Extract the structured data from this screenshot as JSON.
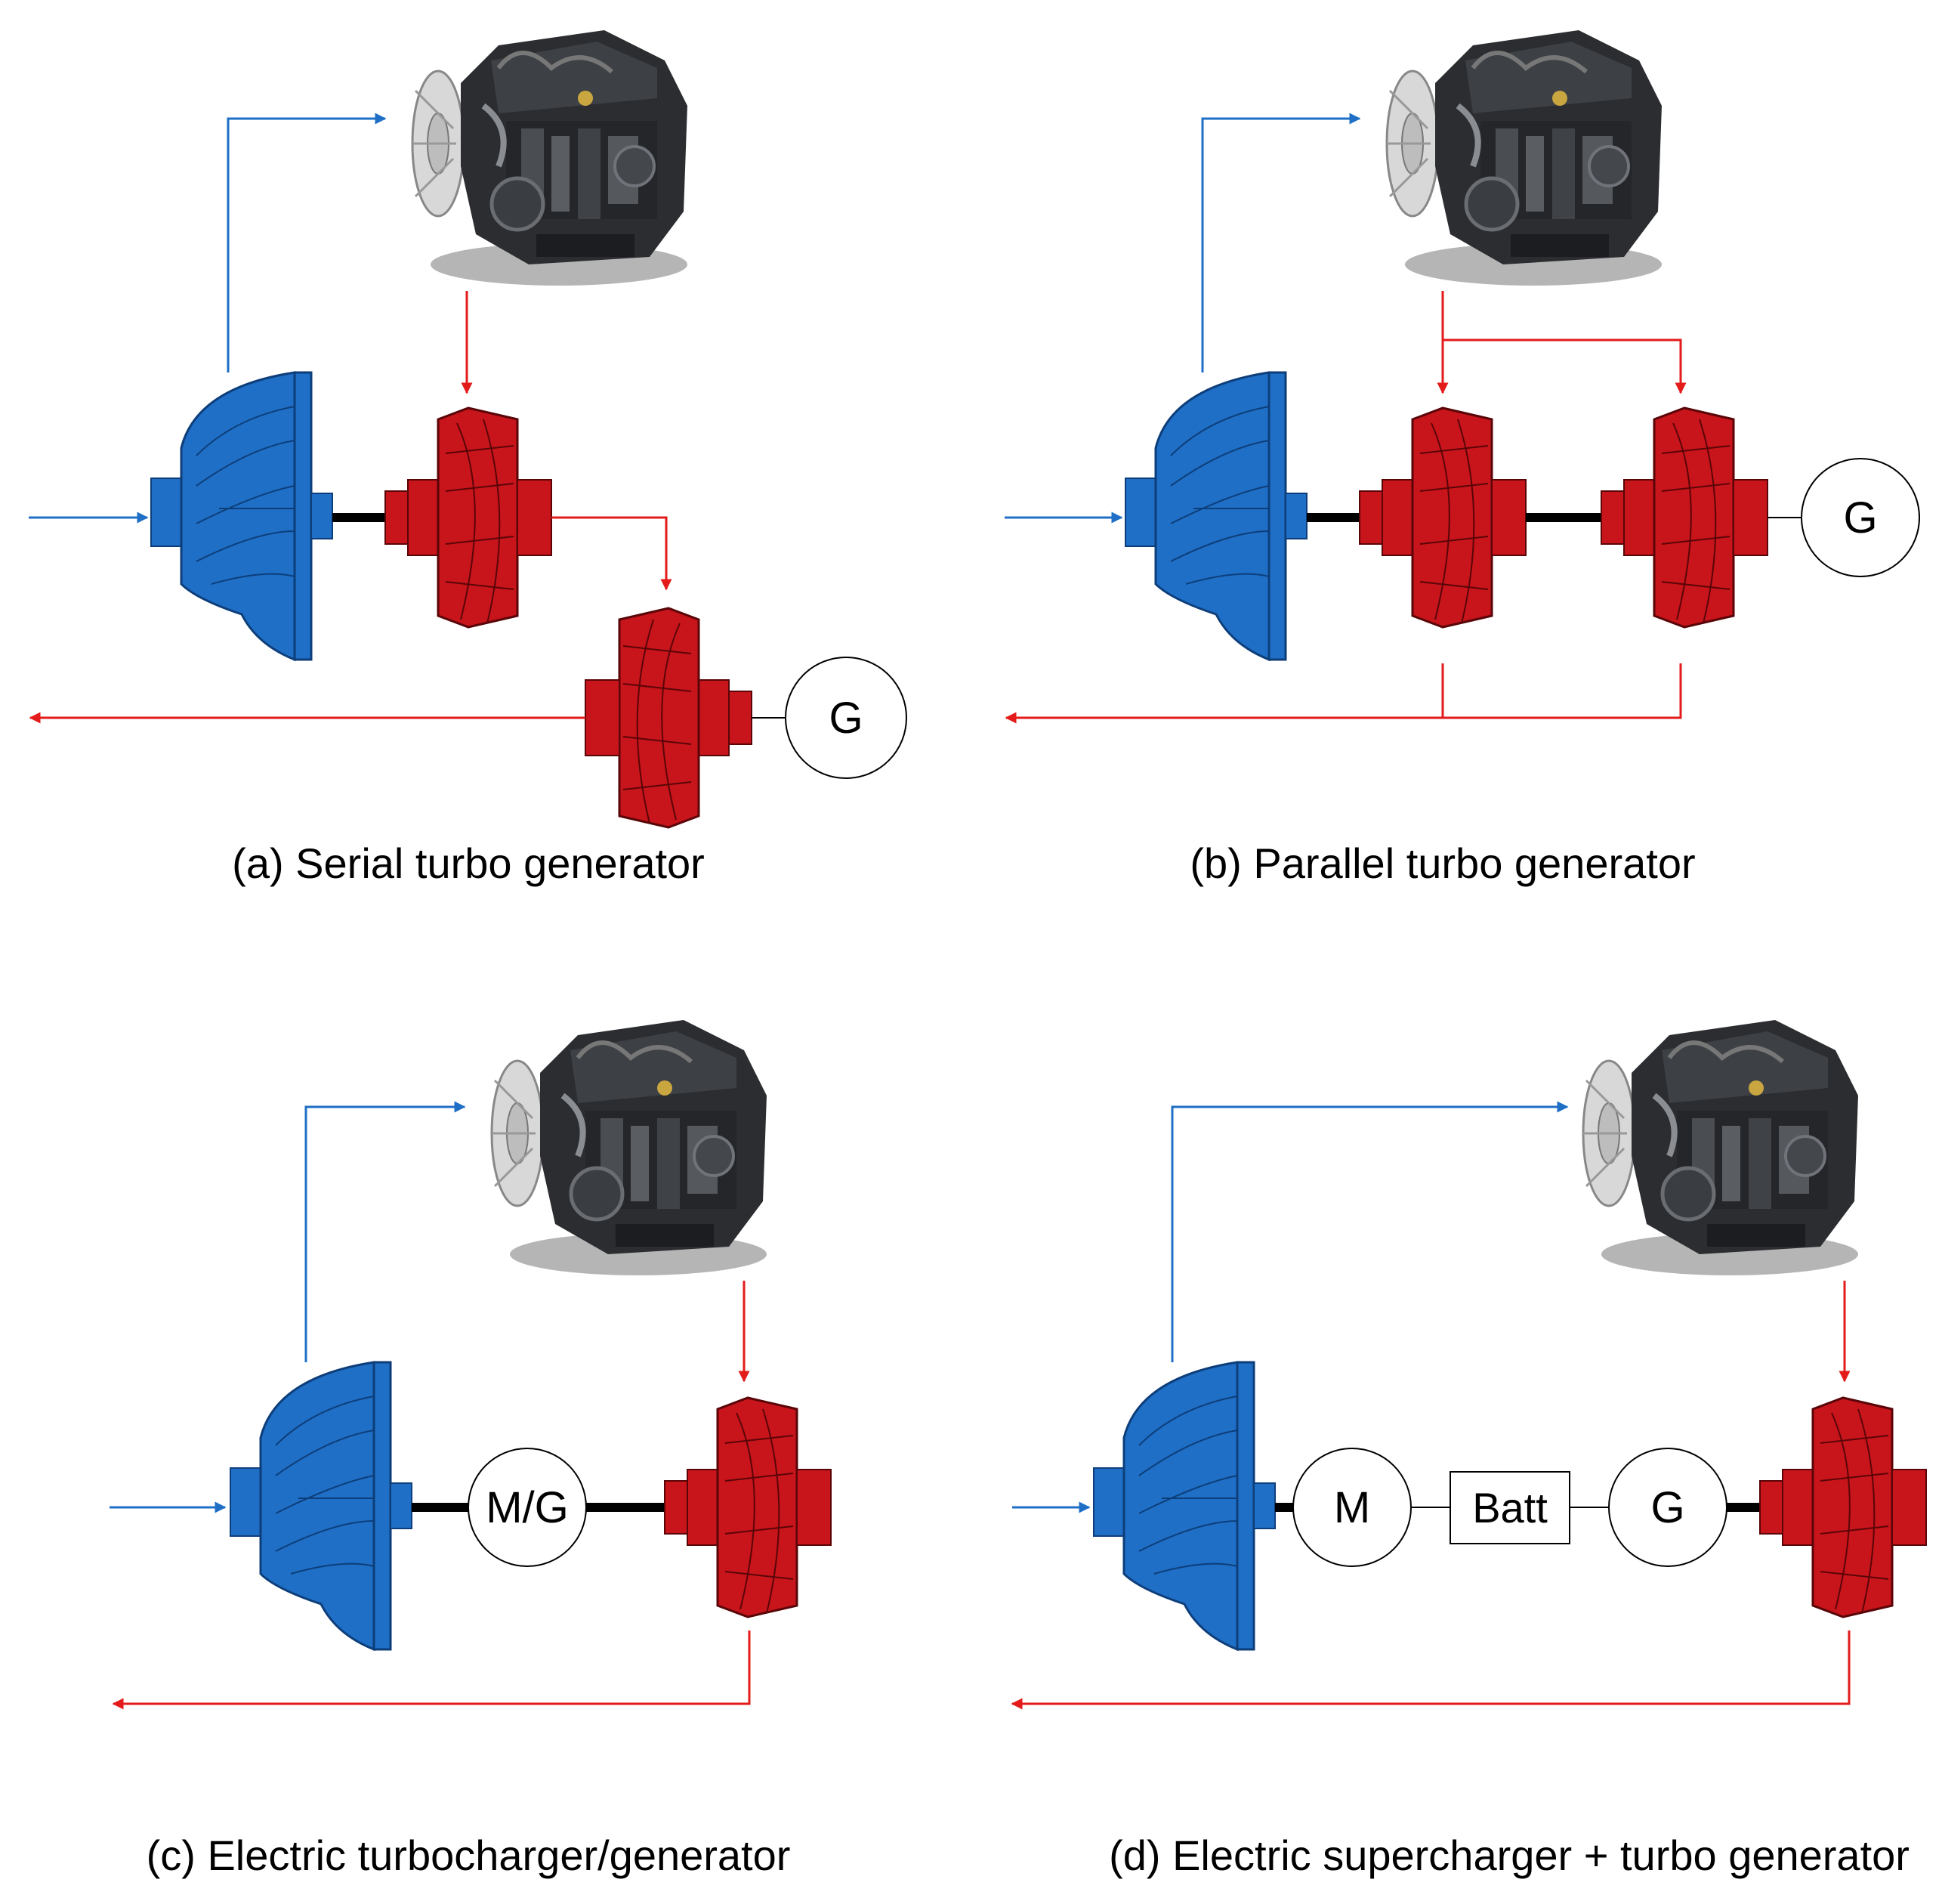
{
  "colors": {
    "air": "#1f6fc6",
    "air_dark": "#0d4f9e",
    "exhaust": "#e31b1b",
    "exhaust_fill": "#c8141b",
    "exhaust_dark": "#8f0a0e",
    "shaft": "#000000"
  },
  "icons": [
    "engine-icon",
    "compressor-wheel-icon",
    "turbine-wheel-icon",
    "generator-icon",
    "motor-icon",
    "battery-icon",
    "arrow-icon"
  ],
  "panels": {
    "a": {
      "caption": "(a) Serial turbo generator",
      "generator_label": "G"
    },
    "b": {
      "caption": "(b) Parallel turbo generator",
      "generator_label": "G"
    },
    "c": {
      "caption": "(c) Electric turbocharger/generator",
      "motor_generator_label": "M/G"
    },
    "d": {
      "caption": "(d) Electric supercharger + turbo generator",
      "motor_label": "M",
      "battery_label": "Batt",
      "generator_label": "G"
    }
  }
}
